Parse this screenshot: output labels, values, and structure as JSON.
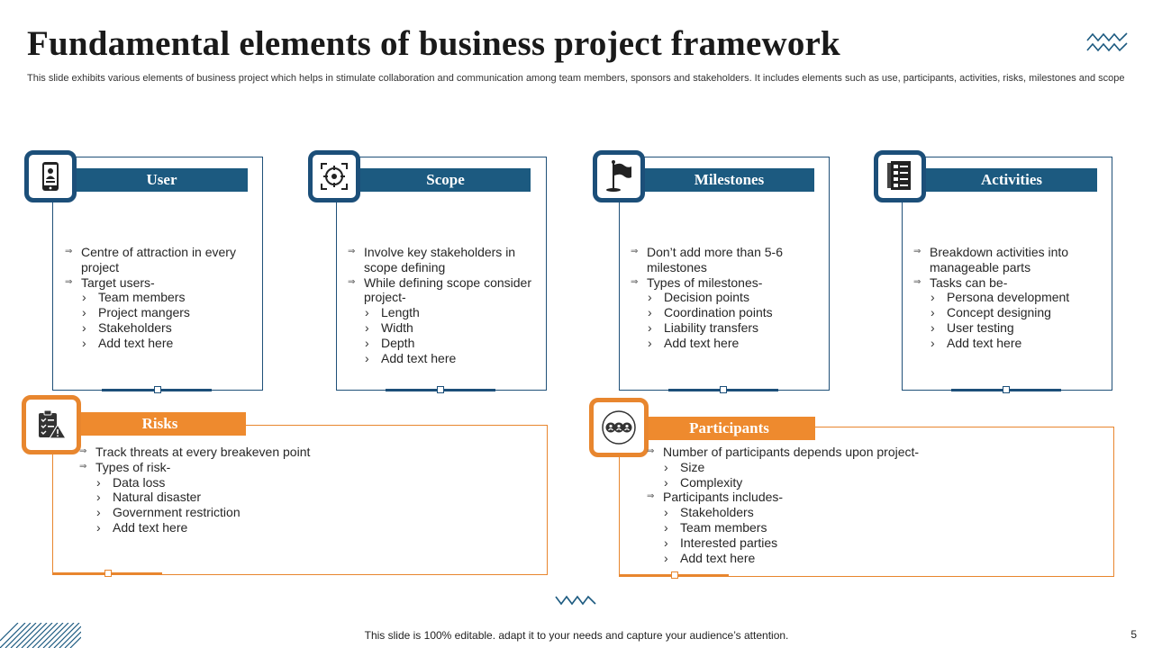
{
  "title": "Fundamental elements of business project framework",
  "subtitle": "This slide exhibits various elements of business project which helps in stimulate collaboration and communication among team members, sponsors and stakeholders. It includes elements such as use, participants, activities, risks, milestones and scope",
  "colors": {
    "blue": "#1c5a80",
    "orange": "#ee8a2e"
  },
  "cards": {
    "user": {
      "title": "User",
      "icon": "mobile-user-icon",
      "points": [
        "Centre of attraction in every project",
        "Target users-",
        "Team members",
        "Project mangers",
        "Stakeholders",
        "Add text here"
      ]
    },
    "scope": {
      "title": "Scope",
      "icon": "target-icon",
      "points": [
        "Involve key stakeholders in scope defining",
        "While defining scope consider project-",
        "Length",
        "Width",
        "Depth",
        "Add text here"
      ]
    },
    "milestones": {
      "title": "Milestones",
      "icon": "flag-icon",
      "points": [
        "Don’t add more than 5-6 milestones",
        "Types of milestones-",
        "Decision points",
        "Coordination points",
        "Liability transfers",
        "Add text here"
      ]
    },
    "activities": {
      "title": "Activities",
      "icon": "checklist-icon",
      "points": [
        "Breakdown activities into manageable parts",
        "Tasks can be-",
        "Persona development",
        "Concept designing",
        "User testing",
        "Add text here"
      ]
    },
    "risks": {
      "title": "Risks",
      "icon": "risk-warning-icon",
      "points": [
        "Track threats at every breakeven point",
        "Types of risk-",
        "Data loss",
        "Natural disaster",
        "Government restriction",
        "Add text here"
      ]
    },
    "participants": {
      "title": "Participants",
      "icon": "group-icon",
      "points": [
        "Number of participants depends upon project-",
        "Size",
        "Complexity",
        "Participants includes-",
        "Stakeholders",
        "Team members",
        "Interested parties",
        "Add text here"
      ]
    }
  },
  "footer": "This slide is 100% editable. adapt it to your needs and capture your audience’s attention.",
  "page_number": "5"
}
